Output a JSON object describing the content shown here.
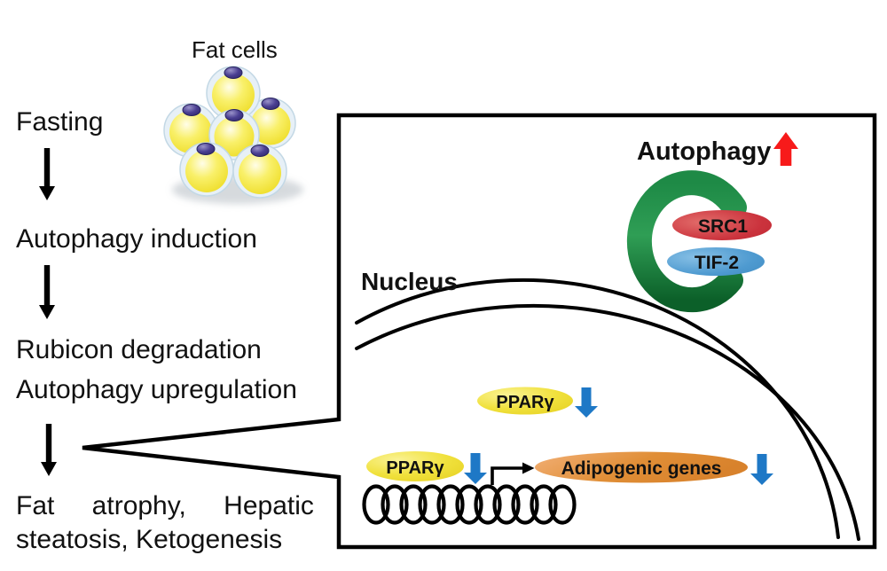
{
  "figure": {
    "type": "signaling-pathway-diagram",
    "left_flow": {
      "fat_cells_label": "Fat cells",
      "step_fasting": "Fasting",
      "step_autophagy_induction": "Autophagy induction",
      "step_rubicon_degradation": "Rubicon degradation",
      "step_autophagy_upregulation": "Autophagy upregulation",
      "step_outcome_line1": "Fat atrophy, Hepatic",
      "step_outcome_line2": "steatosis, Ketogenesis"
    },
    "nucleus_panel": {
      "autophagy_label": "Autophagy",
      "nucleus_label": "Nucleus",
      "src1_label": "SRC1",
      "tif2_label": "TIF-2",
      "pparg_upper_label": "PPARγ",
      "pparg_lower_label": "PPARγ",
      "adipogenic_genes_label": "Adipogenic genes"
    },
    "icons": {
      "red_up_arrow": "increase-arrow",
      "blue_down_arrows": "decrease-arrow",
      "black_flow_arrows": "next-step-arrow",
      "bent_black_arrow": "transcription-start-arrow",
      "green_c_shape": "phagophore-autophagosome",
      "double_arc": "nuclear-envelope",
      "loops": "dna-double-helix",
      "yellow_spheres": "fat-cell-cluster"
    },
    "colors": {
      "phagophore_green": "#17793C",
      "src1_red": "#CB333D",
      "tif2_blue": "#4E9AD0",
      "pparg_yellow": "#F0E13C",
      "adipogenic_orange": "#E08E36",
      "down_arrow_blue": "#1E78C6",
      "up_arrow_red": "#F71A1A",
      "fat_cell_yellow": "#F5EA45",
      "fat_cell_membrane": "#E7F0F7",
      "fat_cell_nucleus_purple": "#473D8F",
      "outline_black": "#000000",
      "background": "#FFFFFF"
    }
  }
}
